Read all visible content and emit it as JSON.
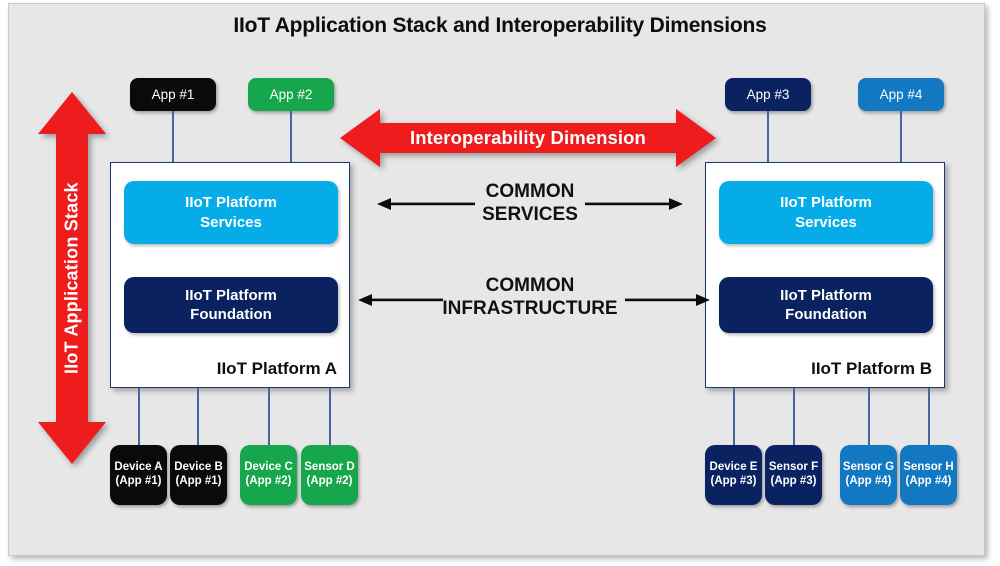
{
  "slide": {
    "title": "IIoT Application Stack and Interoperability Dimensions",
    "background_color": "#e7e7e7"
  },
  "colors": {
    "app1_black": "#0a0a0a",
    "app2_green": "#16a74d",
    "app3_navy": "#0b2260",
    "app4_blue": "#1378c2",
    "services_cyan": "#06ace8",
    "foundation_navy": "#0b2260",
    "accent_red": "#ee1c1c",
    "connector_blue": "#45679b",
    "platform_border": "#1d3a6e"
  },
  "stack_arrow": {
    "label": "IIoT Application Stack",
    "direction": "vertical-double",
    "color": "#ee1c1c"
  },
  "interoperability_arrow": {
    "label": "Interoperability Dimension",
    "direction": "horizontal-double",
    "color": "#ee1c1c"
  },
  "apps": [
    {
      "label": "App #1",
      "color": "#0a0a0a",
      "platform": "IIoT Platform A"
    },
    {
      "label": "App #2",
      "color": "#16a74d",
      "platform": "IIoT Platform A"
    },
    {
      "label": "App #3",
      "color": "#0b2260",
      "platform": "IIoT Platform B"
    },
    {
      "label": "App #4",
      "color": "#1378c2",
      "platform": "IIoT Platform B"
    }
  ],
  "platforms": [
    {
      "name": "IIoT Platform A",
      "layers": [
        {
          "line1": "IIoT Platform",
          "line2": "Services",
          "color": "#06ace8"
        },
        {
          "line1": "IIoT Platform",
          "line2": "Foundation",
          "color": "#0b2260"
        }
      ]
    },
    {
      "name": "IIoT Platform B",
      "layers": [
        {
          "line1": "IIoT Platform",
          "line2": "Services",
          "color": "#06ace8"
        },
        {
          "line1": "IIoT Platform",
          "line2": "Foundation",
          "color": "#0b2260"
        }
      ]
    }
  ],
  "common_links": [
    {
      "line1": "COMMON",
      "line2": "SERVICES"
    },
    {
      "line1": "COMMON",
      "line2": "INFRASTRUCTURE"
    }
  ],
  "devices": [
    {
      "name": "Device  A",
      "app": "(App #1)",
      "color": "#0a0a0a"
    },
    {
      "name": "Device  B",
      "app": "(App #1)",
      "color": "#0a0a0a"
    },
    {
      "name": "Device C",
      "app": "(App #2)",
      "color": "#16a74d"
    },
    {
      "name": "Sensor D",
      "app": "(App #2)",
      "color": "#16a74d"
    },
    {
      "name": "Device E",
      "app": "(App #3)",
      "color": "#0b2260"
    },
    {
      "name": "Sensor F",
      "app": "(App #3)",
      "color": "#0b2260"
    },
    {
      "name": "Sensor G",
      "app": "(App #4)",
      "color": "#1378c2"
    },
    {
      "name": "Sensor  H",
      "app": "(App #4)",
      "color": "#1378c2"
    }
  ]
}
